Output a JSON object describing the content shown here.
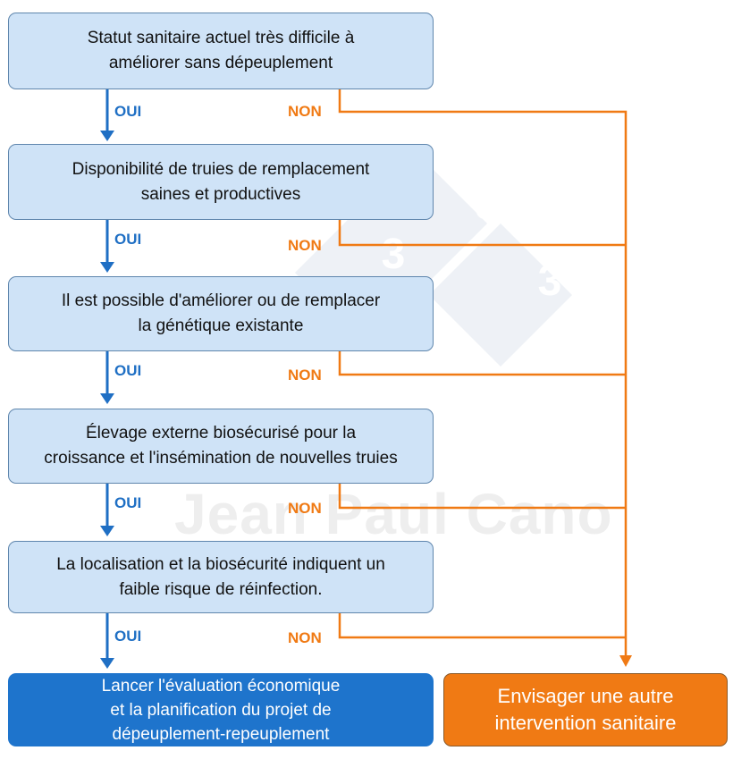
{
  "colors": {
    "box_fill": "#cfe3f7",
    "box_border": "#5f86ad",
    "yes": "#1f6fc4",
    "no": "#f07a14",
    "final_left": "#1e74cc",
    "final_right": "#f07a14"
  },
  "watermark": {
    "text": "Jean Paul Cano",
    "logo_digits": [
      "3",
      "3",
      "3"
    ]
  },
  "steps": [
    {
      "text": "Statut sanitaire actuel très difficile à\naméliorer sans dépeuplement",
      "yes": "OUI",
      "no": "NON"
    },
    {
      "text": "Disponibilité de truies de remplacement\nsaines et productives",
      "yes": "OUI",
      "no": "NON"
    },
    {
      "text": "Il est possible d'améliorer ou de remplacer\nla génétique existante",
      "yes": "OUI",
      "no": "NON"
    },
    {
      "text": "Élevage externe biosécurisé pour la\ncroissance et l'insémination de nouvelles truies",
      "yes": "OUI",
      "no": "NON"
    },
    {
      "text": "La localisation et la biosécurité indiquent un\nfaible risque de réinfection.",
      "yes": "OUI",
      "no": "NON"
    }
  ],
  "outcomes": {
    "yes": "Lancer l'évaluation économique\net la planification du projet de\ndépeuplement-repeuplement",
    "no": "Envisager une autre\nintervention sanitaire"
  }
}
